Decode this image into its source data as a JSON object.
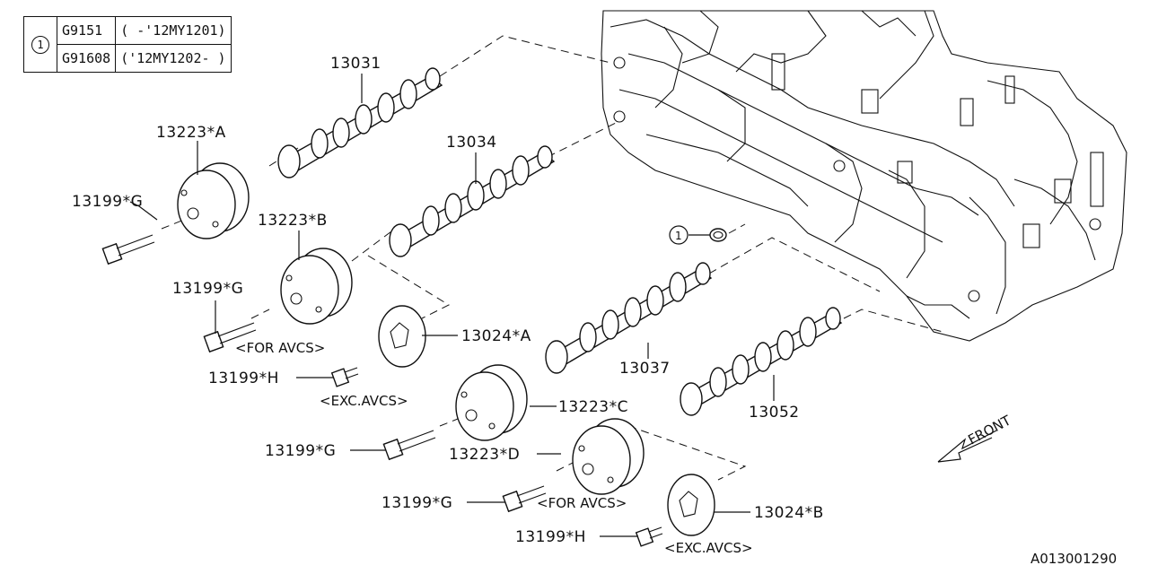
{
  "legend": {
    "marker": "1",
    "rows": [
      {
        "part": "G9151",
        "range": "( -'12MY1201)"
      },
      {
        "part": "G91608",
        "range": "('12MY1202- )"
      }
    ]
  },
  "callouts": {
    "c13031": "13031",
    "c13034": "13034",
    "c13223a": "13223*A",
    "c13223b": "13223*B",
    "c13223c": "13223*C",
    "c13223d": "13223*D",
    "c13199g1": "13199*G",
    "c13199g2": "13199*G",
    "c13199g3": "13199*G",
    "c13199g4": "13199*G",
    "c13199h1": "13199*H",
    "c13199h2": "13199*H",
    "c13024a": "13024*A",
    "c13024b": "13024*B",
    "c13037": "13037",
    "c13052": "13052",
    "marker1": "1"
  },
  "notes": {
    "for_avcs_1": "<FOR AVCS>",
    "exc_avcs_1": "<EXC.AVCS>",
    "for_avcs_2": "<FOR AVCS>",
    "exc_avcs_2": "<EXC.AVCS>",
    "front": "FRONT"
  },
  "diagram_id": "A013001290"
}
